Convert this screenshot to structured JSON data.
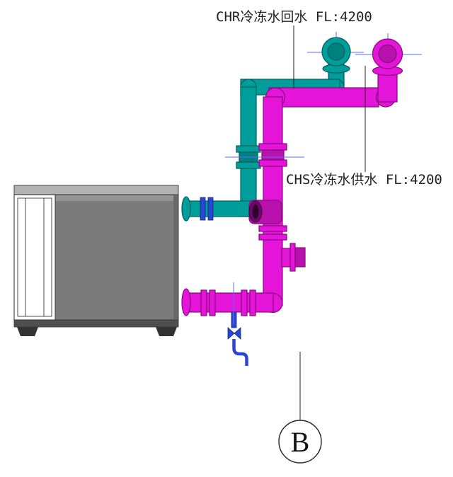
{
  "labels": {
    "chr": "CHR冷冻水回水 FL:4200",
    "chs": "CHS冷冻水供水 FL:4200"
  },
  "grid_bubble": {
    "letter": "B"
  },
  "colors": {
    "magenta": "#e414d8",
    "magenta-dark": "#870b80",
    "magenta-mid": "#b911ae",
    "teal": "#009e9b",
    "teal-dark": "#005f5d",
    "teal-mid": "#00807e",
    "blue": "#2a46d4",
    "centerline": "#5a6cff",
    "gray-body": "#7b7b7b",
    "gray-top": "#b2b2b2",
    "gray-base": "#4f4f4f",
    "ink": "#1f1f1f"
  }
}
